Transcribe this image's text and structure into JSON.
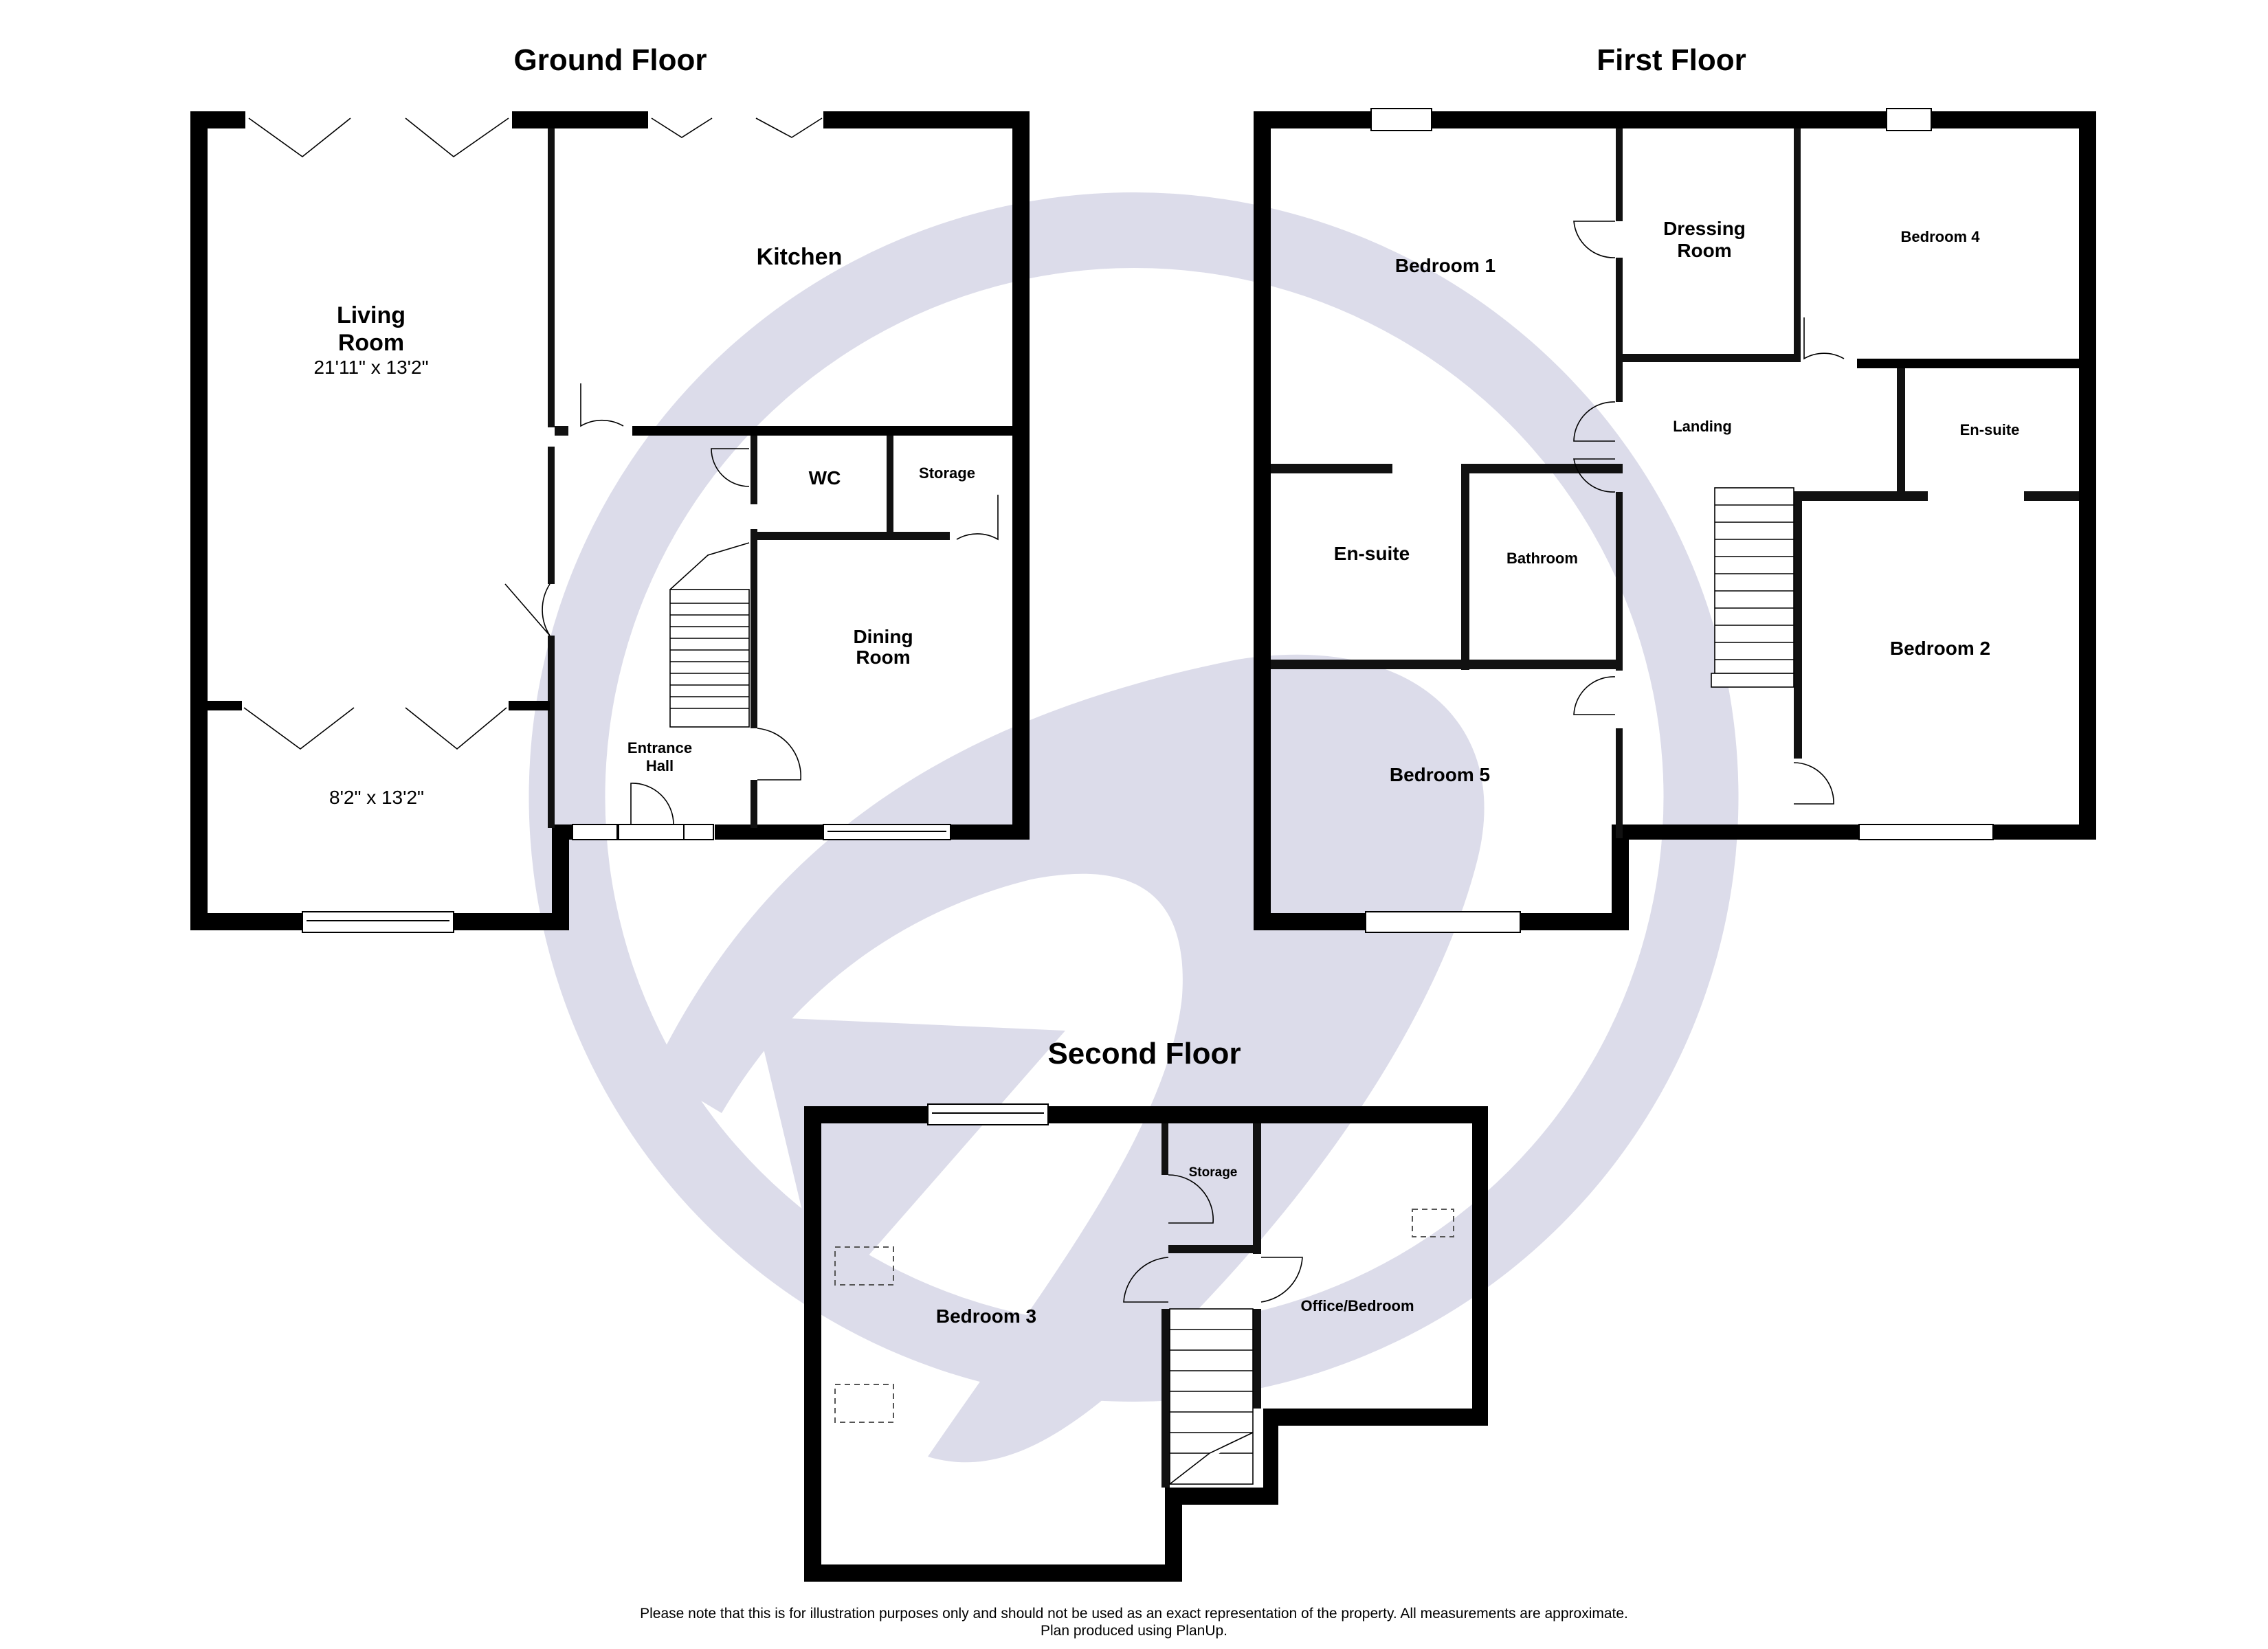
{
  "floors": {
    "ground": {
      "title": "Ground Floor",
      "rooms": {
        "living_room": {
          "label_line1": "Living",
          "label_line2": "Room",
          "dimensions": "21'11\" x 13'2\""
        },
        "living_room_extension": {
          "dimensions": "8'2\" x 13'2\""
        },
        "kitchen": {
          "label": "Kitchen"
        },
        "wc": {
          "label": "WC"
        },
        "storage": {
          "label": "Storage"
        },
        "dining_room": {
          "label_line1": "Dining",
          "label_line2": "Room"
        },
        "entrance_hall": {
          "label_line1": "Entrance",
          "label_line2": "Hall"
        }
      }
    },
    "first": {
      "title": "First Floor",
      "rooms": {
        "bedroom_1": {
          "label": "Bedroom 1"
        },
        "dressing_room": {
          "label_line1": "Dressing",
          "label_line2": "Room"
        },
        "bedroom_4": {
          "label": "Bedroom 4"
        },
        "landing": {
          "label": "Landing"
        },
        "ensuite_right": {
          "label": "En-suite"
        },
        "ensuite_left": {
          "label": "En-suite"
        },
        "bathroom": {
          "label": "Bathroom"
        },
        "bedroom_2": {
          "label": "Bedroom 2"
        },
        "bedroom_5": {
          "label": "Bedroom 5"
        }
      }
    },
    "second": {
      "title": "Second Floor",
      "rooms": {
        "bedroom_3": {
          "label": "Bedroom 3"
        },
        "storage": {
          "label": "Storage"
        },
        "office_bedroom": {
          "label": "Office/Bedroom"
        }
      }
    }
  },
  "footer": {
    "disclaimer": "Please note that this is for illustration purposes only and should not be used as an exact representation of the property. All measurements are approximate.",
    "credit": "Plan produced using PlanUp."
  },
  "colors": {
    "walls": "#000000",
    "watermark": "#dcdcea",
    "background": "#ffffff"
  }
}
